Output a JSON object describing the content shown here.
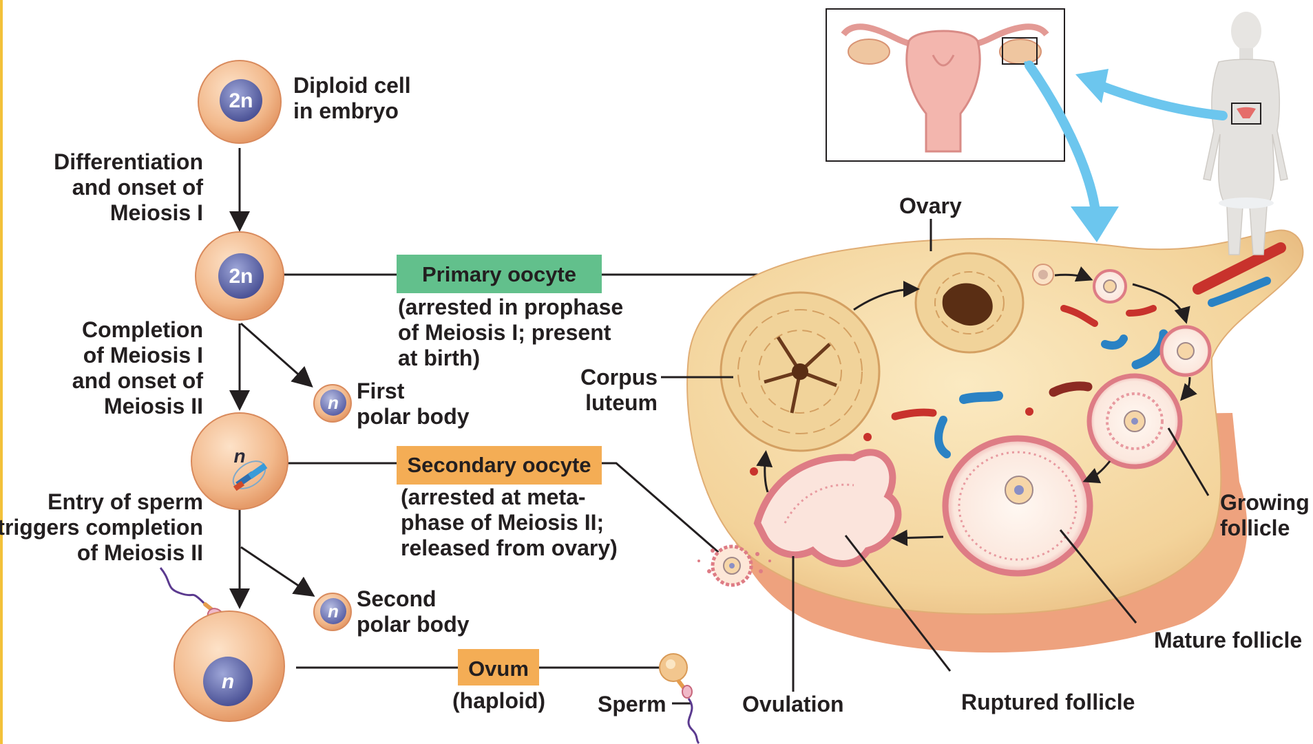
{
  "cells": {
    "diploid_cell_ploidy": "2n",
    "primary_oocyte_ploidy": "2n",
    "first_polar_body_ploidy": "n",
    "secondary_oocyte_ploidy": "n",
    "second_polar_body_ploidy": "n",
    "ovum_ploidy": "n"
  },
  "left_labels": {
    "diploid_cell": [
      "Diploid cell",
      "in embryo"
    ],
    "differentiation": [
      "Differentiation",
      "and onset of",
      "Meiosis I"
    ],
    "completion_meiosis_one": [
      "Completion",
      "of Meiosis I",
      "and onset of",
      "Meiosis II"
    ],
    "first_polar_body": [
      "First",
      "polar body"
    ],
    "entry_of_sperm": [
      "Entry of sperm",
      "triggers completion",
      "of Meiosis II"
    ],
    "second_polar_body": [
      "Second",
      "polar body"
    ]
  },
  "stage_boxes": {
    "primary_oocyte": "Primary oocyte",
    "primary_oocyte_note": [
      "(arrested in prophase",
      "of Meiosis I; present",
      "at birth)"
    ],
    "secondary_oocyte": "Secondary oocyte",
    "secondary_oocyte_note": [
      "(arrested at meta-",
      "phase of Meiosis II;",
      "released from ovary)"
    ],
    "ovum": "Ovum",
    "ovum_note": "(haploid)"
  },
  "ovary_labels": {
    "ovary": "Ovary",
    "corpus_luteum": [
      "Corpus",
      "luteum"
    ],
    "growing_follicle": [
      "Growing",
      "follicle"
    ],
    "mature_follicle": "Mature follicle",
    "ruptured_follicle": "Ruptured follicle",
    "ovulation": "Ovulation",
    "sperm": "Sperm"
  },
  "colors": {
    "primary_box": "#62c08c",
    "secondary_box": "#f4ad55",
    "ovum_box": "#f4ad55",
    "cell_body": "#f2b98c",
    "nucleus": "#5c64a8",
    "arrow_blue": "#6cc6ee",
    "ovary_tissue": "#f6dca4"
  }
}
